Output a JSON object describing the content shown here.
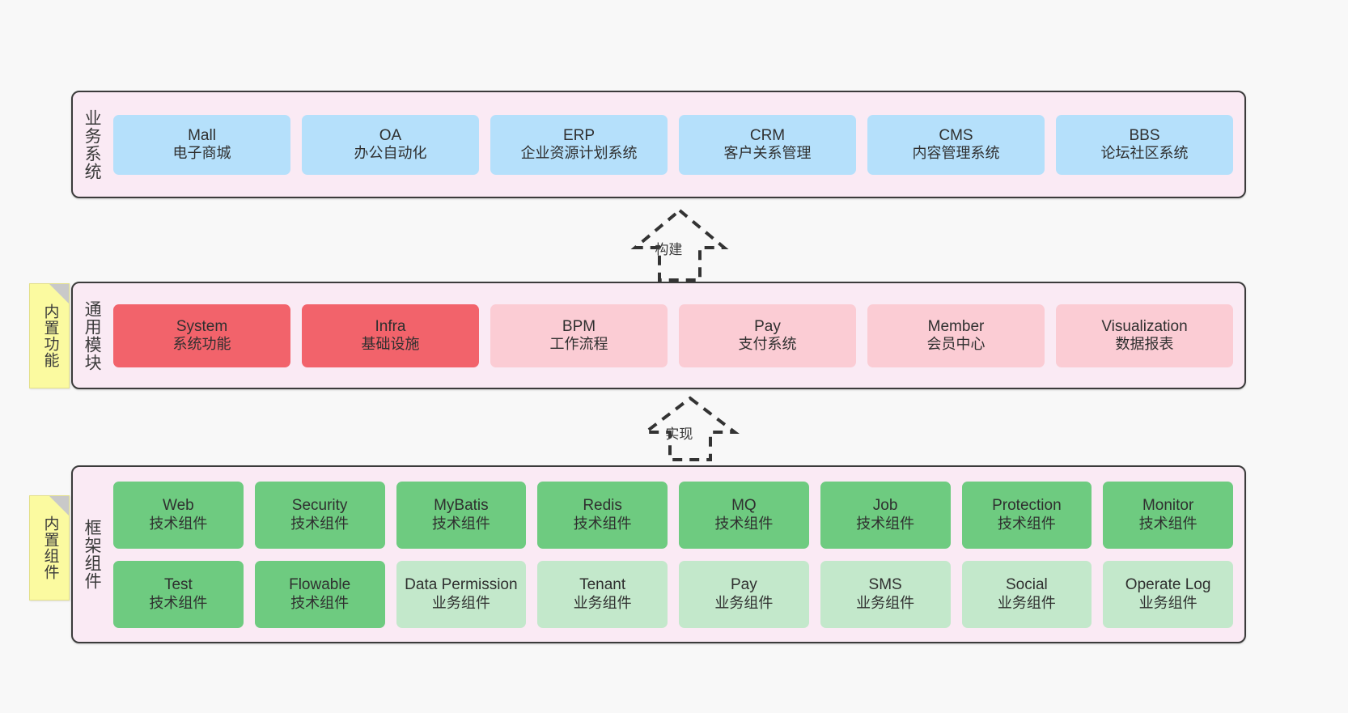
{
  "diagram": {
    "background_color": "#f8f8f8",
    "container_fill": "#faeaf4",
    "container_border": "#3b3b3b",
    "colors": {
      "business_system": "#b5e0fb",
      "common_module_core": "#f2636b",
      "common_module_other": "#fbccd4",
      "framework_tech": "#6ecb80",
      "framework_business": "#c3e8cb",
      "sticky_note": "#fbfaa0"
    }
  },
  "layers": {
    "business": {
      "title": "业务系统",
      "items": [
        {
          "en": "Mall",
          "cn": "电子商城"
        },
        {
          "en": "OA",
          "cn": "办公自动化"
        },
        {
          "en": "ERP",
          "cn": "企业资源计划系统"
        },
        {
          "en": "CRM",
          "cn": "客户关系管理"
        },
        {
          "en": "CMS",
          "cn": "内容管理系统"
        },
        {
          "en": "BBS",
          "cn": "论坛社区系统"
        }
      ]
    },
    "common": {
      "title": "通用模块",
      "sticky": "内置功能",
      "items": [
        {
          "en": "System",
          "cn": "系统功能",
          "variant": "c-red-strong"
        },
        {
          "en": "Infra",
          "cn": "基础设施",
          "variant": "c-red-strong"
        },
        {
          "en": "BPM",
          "cn": "工作流程",
          "variant": "c-red-light"
        },
        {
          "en": "Pay",
          "cn": "支付系统",
          "variant": "c-red-light"
        },
        {
          "en": "Member",
          "cn": "会员中心",
          "variant": "c-red-light"
        },
        {
          "en": "Visualization",
          "cn": "数据报表",
          "variant": "c-red-light"
        }
      ]
    },
    "framework": {
      "title": "框架组件",
      "sticky": "内置组件",
      "items": [
        {
          "en": "Web",
          "cn": "技术组件",
          "variant": "c-green-dark"
        },
        {
          "en": "Security",
          "cn": "技术组件",
          "variant": "c-green-dark"
        },
        {
          "en": "MyBatis",
          "cn": "技术组件",
          "variant": "c-green-dark"
        },
        {
          "en": "Redis",
          "cn": "技术组件",
          "variant": "c-green-dark"
        },
        {
          "en": "MQ",
          "cn": "技术组件",
          "variant": "c-green-dark"
        },
        {
          "en": "Job",
          "cn": "技术组件",
          "variant": "c-green-dark"
        },
        {
          "en": "Protection",
          "cn": "技术组件",
          "variant": "c-green-dark"
        },
        {
          "en": "Monitor",
          "cn": "技术组件",
          "variant": "c-green-dark"
        },
        {
          "en": "Test",
          "cn": "技术组件",
          "variant": "c-green-dark"
        },
        {
          "en": "Flowable",
          "cn": "技术组件",
          "variant": "c-green-dark"
        },
        {
          "en": "Data Permission",
          "cn": "业务组件",
          "variant": "c-green-light"
        },
        {
          "en": "Tenant",
          "cn": "业务组件",
          "variant": "c-green-light"
        },
        {
          "en": "Pay",
          "cn": "业务组件",
          "variant": "c-green-light"
        },
        {
          "en": "SMS",
          "cn": "业务组件",
          "variant": "c-green-light"
        },
        {
          "en": "Social",
          "cn": "业务组件",
          "variant": "c-green-light"
        },
        {
          "en": "Operate Log",
          "cn": "业务组件",
          "variant": "c-green-light"
        }
      ]
    }
  },
  "arrows": {
    "build": {
      "label": "构建",
      "style": "dashed-hollow-generalization",
      "direction": "up"
    },
    "implement": {
      "label": "实现",
      "style": "dashed-hollow-generalization",
      "direction": "up"
    }
  }
}
